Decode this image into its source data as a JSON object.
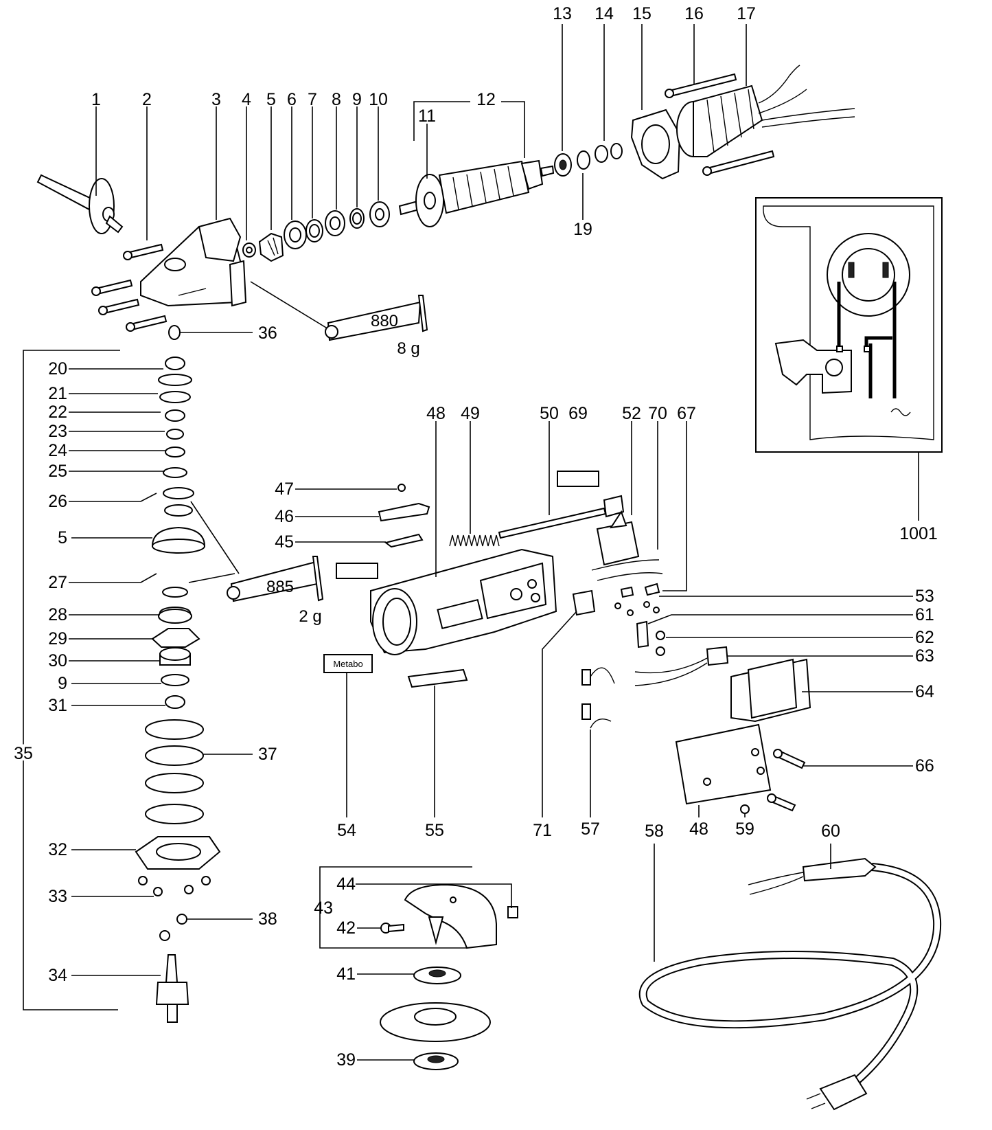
{
  "labels": {
    "p1": "1",
    "p2": "2",
    "p3": "3",
    "p4": "4",
    "p5a": "5",
    "p6": "6",
    "p7": "7",
    "p8": "8",
    "p9a": "9",
    "p10": "10",
    "p11": "11",
    "p12": "12",
    "p13": "13",
    "p14": "14",
    "p15": "15",
    "p16": "16",
    "p17": "17",
    "p19": "19",
    "p36": "36",
    "p20": "20",
    "p21": "21",
    "p22": "22",
    "p23": "23",
    "p24": "24",
    "p25": "25",
    "p26": "26",
    "p5b": "5",
    "p27": "27",
    "p28": "28",
    "p29": "29",
    "p30": "30",
    "p9b": "9",
    "p31": "31",
    "p35": "35",
    "p37": "37",
    "p32": "32",
    "p33": "33",
    "p38": "38",
    "p34": "34",
    "p48a": "48",
    "p49": "49",
    "p50": "50",
    "p69": "69",
    "p52": "52",
    "p70": "70",
    "p67": "67",
    "p47": "47",
    "p46": "46",
    "p45": "45",
    "p53": "53",
    "p61": "61",
    "p62": "62",
    "p63": "63",
    "p64": "64",
    "p66": "66",
    "p54": "54",
    "p55": "55",
    "p71": "71",
    "p57": "57",
    "p48b": "48",
    "p59": "59",
    "p58": "58",
    "p60": "60",
    "p43": "43",
    "p44": "44",
    "p42": "42",
    "p41": "41",
    "p39": "39",
    "p1001": "1001"
  },
  "tubes": {
    "t880": {
      "code": "880",
      "amount": "8 g"
    },
    "t885": {
      "code": "885",
      "amount": "2 g"
    }
  },
  "brand_label": "Metabo"
}
